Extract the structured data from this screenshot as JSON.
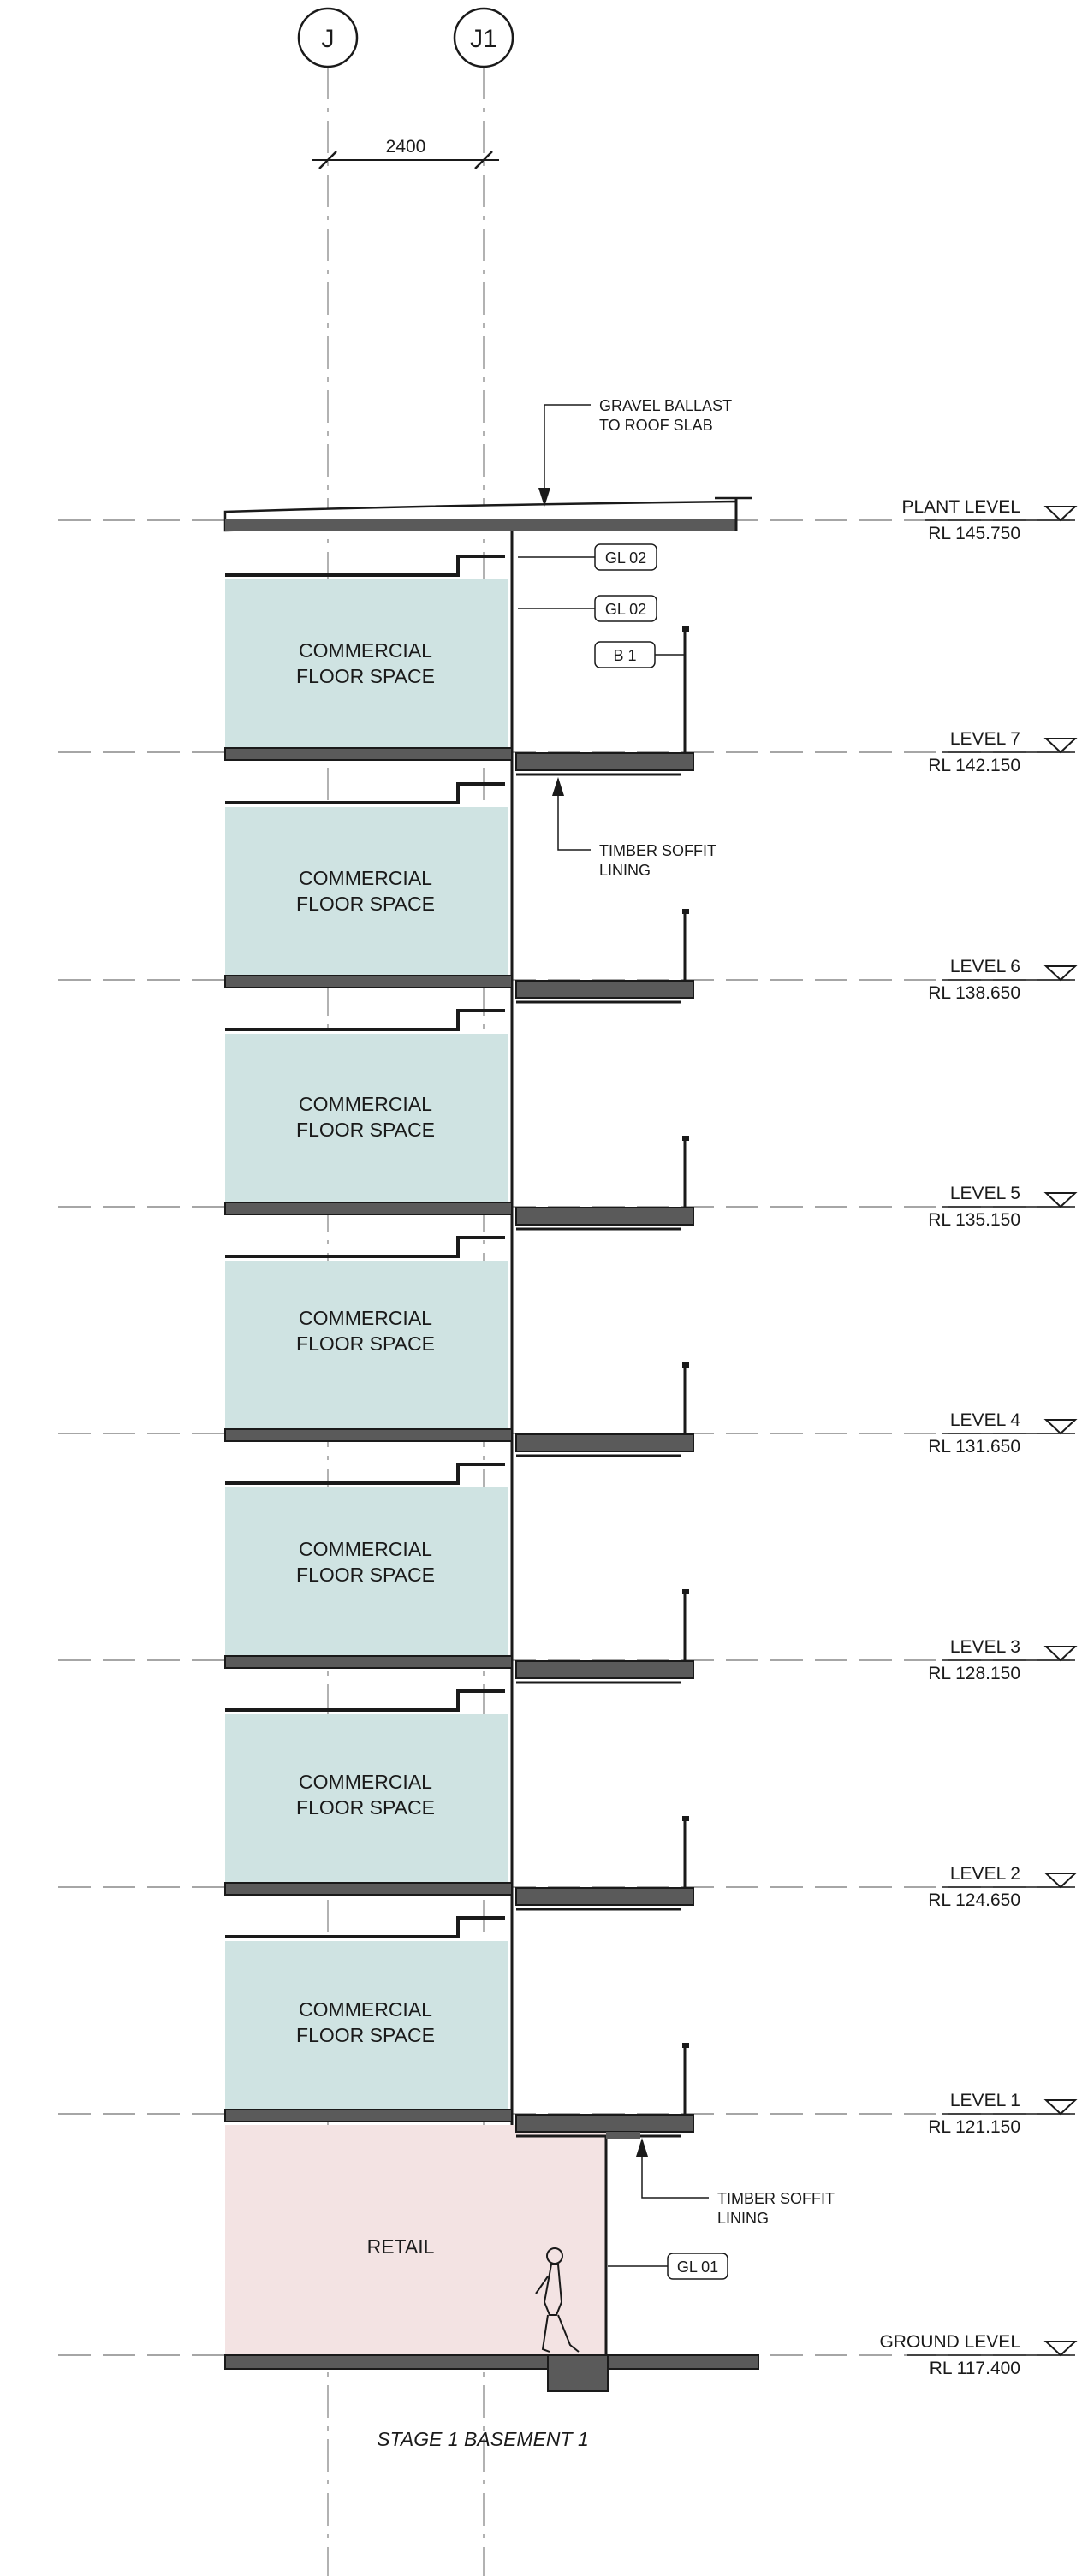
{
  "grid": {
    "left": "J",
    "right": "J1",
    "spacing": "2400"
  },
  "levels": [
    {
      "name": "PLANT LEVEL",
      "rl": "RL  145.750"
    },
    {
      "name": "LEVEL 7",
      "rl": "RL  142.150"
    },
    {
      "name": "LEVEL 6",
      "rl": "RL  138.650"
    },
    {
      "name": "LEVEL 5",
      "rl": "RL  135.150"
    },
    {
      "name": "LEVEL 4",
      "rl": "RL  131.650"
    },
    {
      "name": "LEVEL 3",
      "rl": "RL  128.150"
    },
    {
      "name": "LEVEL 2",
      "rl": "RL  124.650"
    },
    {
      "name": "LEVEL 1",
      "rl": "RL  121.150"
    },
    {
      "name": "GROUND LEVEL",
      "rl": "RL  117.400"
    }
  ],
  "zones": {
    "commercial_line1": "COMMERCIAL",
    "commercial_line2": "FLOOR SPACE",
    "retail": "RETAIL"
  },
  "notes": {
    "gravel_line1": "GRAVEL BALLAST",
    "gravel_line2": "TO ROOF SLAB",
    "soffit_line1": "TIMBER SOFFIT",
    "soffit_line2": "LINING"
  },
  "tags": {
    "gl02_a": "GL 02",
    "gl02_b": "GL 02",
    "b1": "B 1",
    "gl01": "GL 01"
  },
  "caption": "STAGE 1 BASEMENT 1",
  "colors": {
    "commercial_fill": "#cfe3e2",
    "retail_fill": "#f3e3e3",
    "slab_fill": "#5a5a5a",
    "line": "#1a1a1a"
  }
}
